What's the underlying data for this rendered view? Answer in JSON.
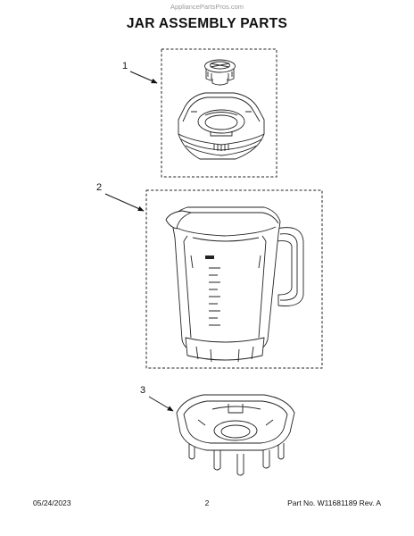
{
  "watermark": "AppliancePartsPros.com",
  "title": "JAR ASSEMBLY PARTS",
  "callouts": [
    {
      "label": "1"
    },
    {
      "label": "2"
    },
    {
      "label": "3"
    }
  ],
  "footer": {
    "date": "05/24/2023",
    "page": "2",
    "part_number": "Part No. W11681189  Rev. A"
  }
}
